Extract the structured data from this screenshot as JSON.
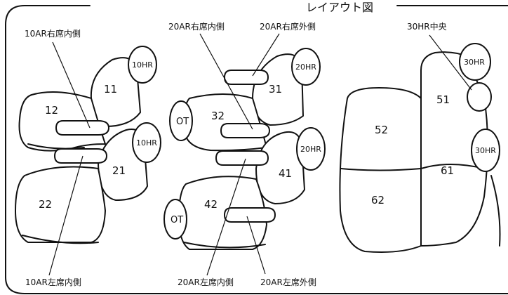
{
  "title": "レイアウト図",
  "callouts": {
    "row1_right_inner": "10AR右席内側",
    "row1_left_inner": "10AR左席内側",
    "row2_right_inner": "20AR右席内側",
    "row2_right_outer": "20AR右席外側",
    "row2_left_inner": "20AR左席内側",
    "row2_left_outer": "20AR左席外側",
    "row3_center": "30HR中央"
  },
  "seat_numbers": {
    "n11": "11",
    "n12": "12",
    "n21": "21",
    "n22": "22",
    "n31": "31",
    "n32": "32",
    "n41": "41",
    "n42": "42",
    "n51": "51",
    "n52": "52",
    "n61": "61",
    "n62": "62"
  },
  "headrests": {
    "hr10_top": "10HR",
    "hr10_bottom": "10HR",
    "hr20_top": "20HR",
    "hr20_bottom": "20HR",
    "hr30_top": "30HR",
    "hr30_bottom": "30HR",
    "ot_top": "OT",
    "ot_bottom": "OT"
  }
}
